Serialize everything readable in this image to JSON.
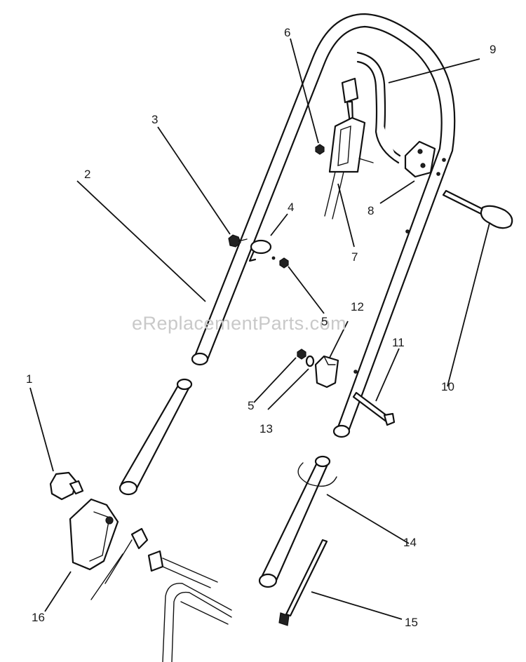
{
  "watermark": "eReplacementParts.com",
  "callouts": {
    "c1": "1",
    "c2": "2",
    "c3": "3",
    "c4": "4",
    "c5a": "5",
    "c5b": "5",
    "c6": "6",
    "c7": "7",
    "c8": "8",
    "c9": "9",
    "c10": "10",
    "c11": "11",
    "c12": "12",
    "c13": "13",
    "c14": "14",
    "c15": "15",
    "c16": "16"
  }
}
